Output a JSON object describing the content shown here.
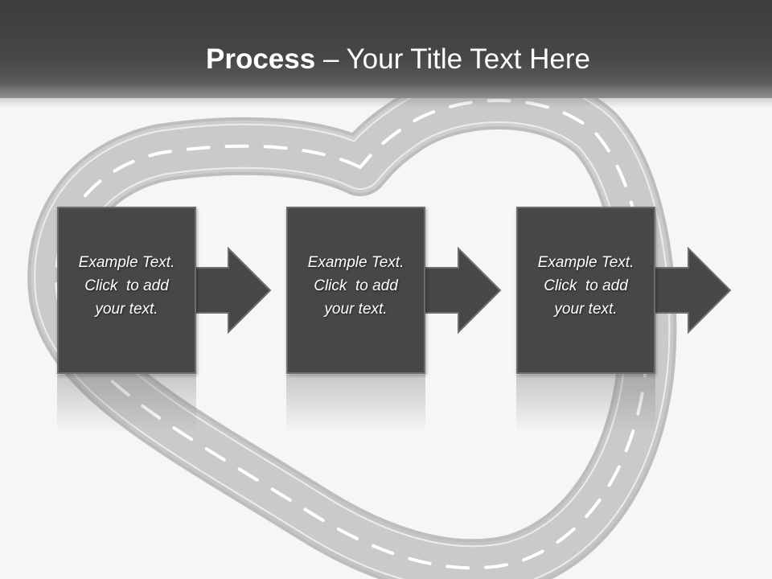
{
  "slide": {
    "title_strong": "Process",
    "title_rest": " – Your Title Text Here"
  },
  "steps": [
    {
      "line1": "Example Text.",
      "line2": "Click  to add",
      "line3": "your text."
    },
    {
      "line1": "Example Text.",
      "line2": "Click  to add",
      "line3": "your text."
    },
    {
      "line1": "Example Text.",
      "line2": "Click  to add",
      "line3": "your text."
    }
  ],
  "colors": {
    "title_bar": "#3c3c3c",
    "box_fill": "#474747",
    "box_border": "#6e6e6e",
    "road": "#c8c8c8",
    "lane_marking": "#ffffff",
    "background": "#f6f6f6"
  },
  "decor": {
    "background_graphic": "heart-shaped-road"
  }
}
